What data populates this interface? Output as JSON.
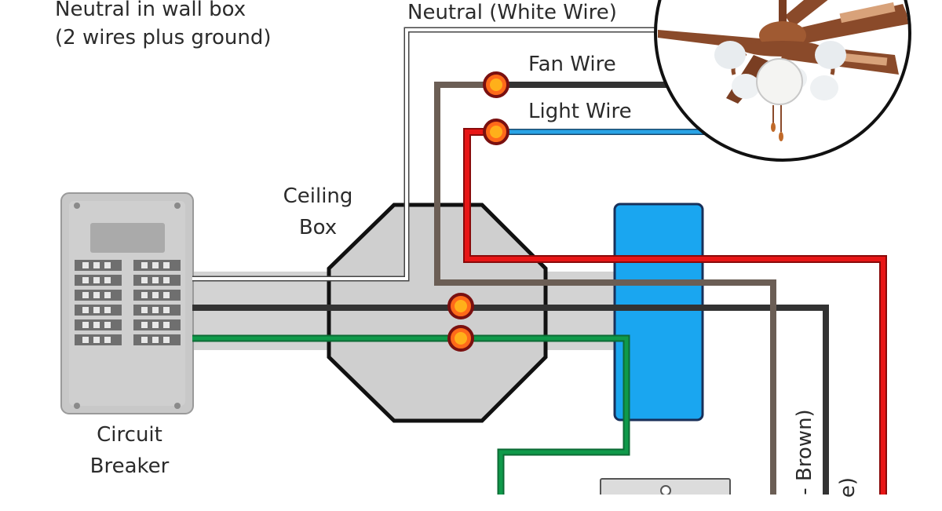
{
  "labels": {
    "neutral_box_line1": "Neutral in wall box",
    "neutral_box_line2": "(2 wires plus ground)",
    "neutral_wire": "Neutral (White Wire)",
    "fan_wire": "Fan Wire",
    "light_wire": "Light Wire",
    "ceiling_box_line1": "Ceiling",
    "ceiling_box_line2": "Box",
    "breaker_line1": "Circuit",
    "breaker_line2": "Breaker",
    "vertical_brown_fragment": "- Brown)",
    "vertical_second_fragment": "e)"
  },
  "colors": {
    "neutral": "#ffffff",
    "hot_black": "#333333",
    "fan_brown": "#6b5e55",
    "light_blue": "#29a3e6",
    "red": "#e81616",
    "ground_green": "#0f9a4a",
    "connector_orange": "#ff6a1a",
    "switch_box_blue": "#1aa6f0",
    "cable_sheath": "#d3d3d3",
    "panel_grey": "#c8c8c8"
  },
  "icons": {
    "ceiling_fan": "ceiling-fan-icon",
    "breaker_panel": "circuit-breaker-panel-icon",
    "connector": "wire-nut-icon"
  }
}
